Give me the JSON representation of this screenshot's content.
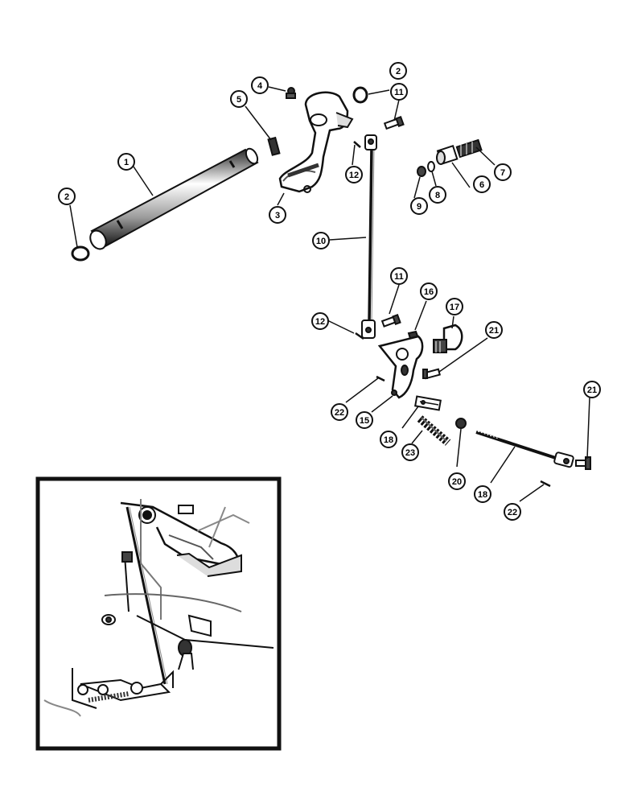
{
  "callouts": [
    {
      "id": "c1",
      "label": "1"
    },
    {
      "id": "c2a",
      "label": "2"
    },
    {
      "id": "c2b",
      "label": "2"
    },
    {
      "id": "c3",
      "label": "3"
    },
    {
      "id": "c4",
      "label": "4"
    },
    {
      "id": "c5",
      "label": "5"
    },
    {
      "id": "c6",
      "label": "6"
    },
    {
      "id": "c7",
      "label": "7"
    },
    {
      "id": "c8",
      "label": "8"
    },
    {
      "id": "c9",
      "label": "9"
    },
    {
      "id": "c10",
      "label": "10"
    },
    {
      "id": "c11a",
      "label": "11"
    },
    {
      "id": "c11b",
      "label": "11"
    },
    {
      "id": "c12a",
      "label": "12"
    },
    {
      "id": "c12b",
      "label": "12"
    },
    {
      "id": "c15",
      "label": "15"
    },
    {
      "id": "c16",
      "label": "16"
    },
    {
      "id": "c17",
      "label": "17"
    },
    {
      "id": "c18a",
      "label": "18"
    },
    {
      "id": "c18b",
      "label": "18"
    },
    {
      "id": "c20",
      "label": "20"
    },
    {
      "id": "c21a",
      "label": "21"
    },
    {
      "id": "c21b",
      "label": "21"
    },
    {
      "id": "c22a",
      "label": "22"
    },
    {
      "id": "c22b",
      "label": "22"
    },
    {
      "id": "c23",
      "label": "23"
    }
  ],
  "colors": {
    "ink": "#111111",
    "paper": "#ffffff",
    "shade": "#8a8a8a"
  }
}
